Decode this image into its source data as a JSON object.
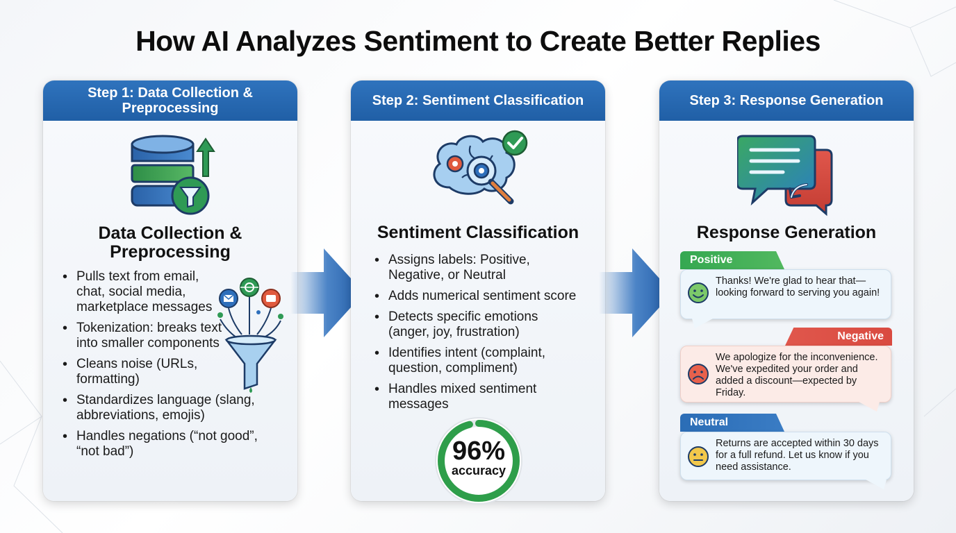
{
  "title": "How AI Analyzes Sentiment to Create Better Replies",
  "steps": [
    {
      "header": "Step 1: Data Collection & Preprocessing",
      "title": "Data Collection & Preprocessing",
      "bullets": [
        "Pulls text from email, chat, social media, marketplace messages",
        "Tokenization: breaks text into smaller components",
        "Cleans noise (URLs, formatting)",
        "Standardizes language (slang, abbreviations, emojis)",
        "Handles negations (“not good”, “not bad”)"
      ]
    },
    {
      "header": "Step 2: Sentiment Classification",
      "title": "Sentiment Classification",
      "bullets": [
        "Assigns labels: Positive, Negative, or Neutral",
        "Adds numerical sentiment score",
        "Detects specific emotions (anger, joy, frustration)",
        "Identifies intent (complaint, question, compliment)",
        "Handles mixed sentiment messages"
      ],
      "accuracy": {
        "value": "96%",
        "label": "accuracy",
        "fraction": 0.96
      }
    },
    {
      "header": "Step 3: Response Generation",
      "title": "Response Generation",
      "responses": [
        {
          "tag": "Positive",
          "text": "Thanks! We're glad to hear that—looking forward to serving you again!"
        },
        {
          "tag": "Negative",
          "text": "We apologize for the inconvenience. We've expedited your order and added a discount—expected by Friday."
        },
        {
          "tag": "Neutral",
          "text": "Returns are accepted within 30 days for a full refund. Let us know if you need assistance."
        }
      ]
    }
  ],
  "colors": {
    "header_blue": "#2566ad",
    "positive": "#35a851",
    "negative": "#e0574c",
    "neutral": "#2b6db6",
    "gauge": "#2e9e4a"
  },
  "icons": {
    "step1": "database-funnel-icon",
    "step1_side": "social-channels-funnel-icon",
    "step2": "brain-gear-check-icon",
    "step3": "chat-bubbles-reply-icon"
  }
}
